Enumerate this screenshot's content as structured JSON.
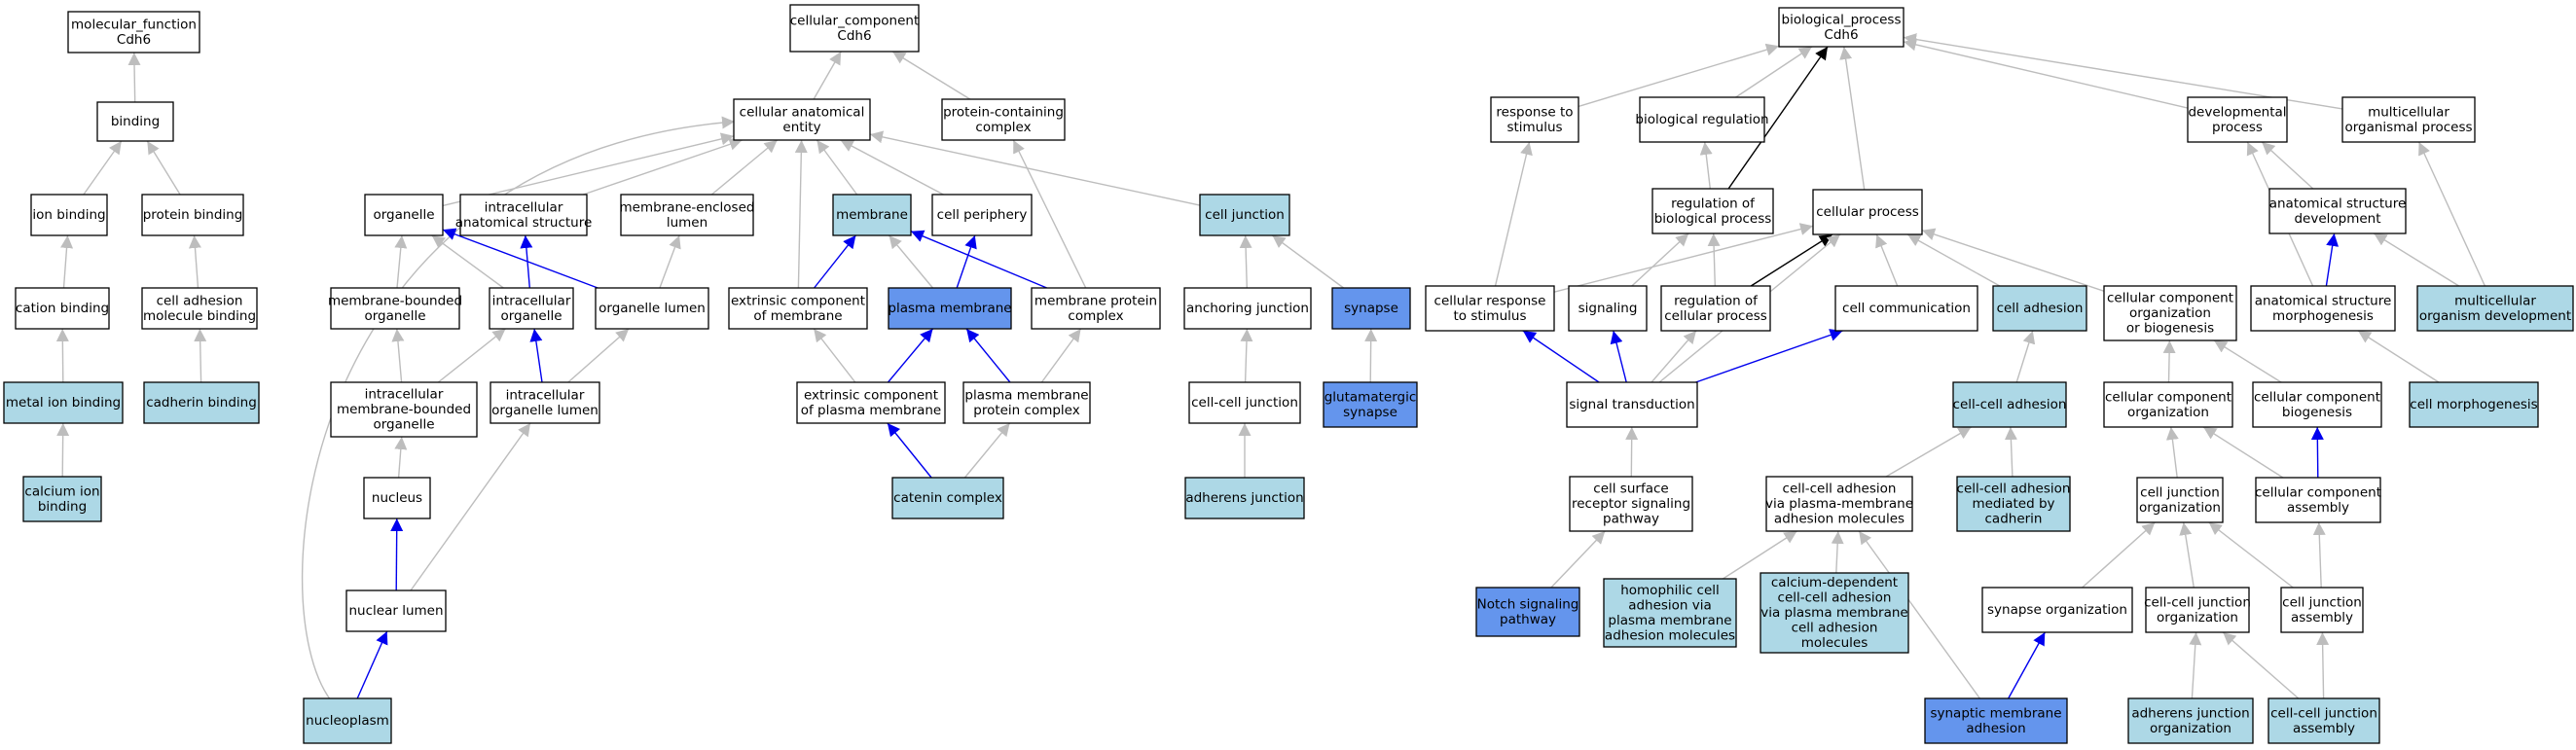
{
  "colors": {
    "fill_white": "#ffffff",
    "fill_light": "#add8e6",
    "fill_mid": "#6495ed",
    "edge_gray": "#bdbdbd",
    "edge_blue": "#0000ee",
    "edge_black": "#000000"
  },
  "nodes": [
    {
      "id": "mf",
      "lines": [
        "molecular_function",
        "Cdh6"
      ],
      "fill": "white"
    },
    {
      "id": "binding",
      "lines": [
        "binding"
      ],
      "fill": "white"
    },
    {
      "id": "ion_binding",
      "lines": [
        "ion binding"
      ],
      "fill": "white"
    },
    {
      "id": "protein_binding",
      "lines": [
        "protein binding"
      ],
      "fill": "white"
    },
    {
      "id": "cation_binding",
      "lines": [
        "cation binding"
      ],
      "fill": "white"
    },
    {
      "id": "cam_binding",
      "lines": [
        "cell adhesion",
        "molecule binding"
      ],
      "fill": "white"
    },
    {
      "id": "metal_ion_binding",
      "lines": [
        "metal ion binding"
      ],
      "fill": "light"
    },
    {
      "id": "cadherin_binding",
      "lines": [
        "cadherin binding"
      ],
      "fill": "light"
    },
    {
      "id": "calcium_ion_binding",
      "lines": [
        "calcium ion",
        "binding"
      ],
      "fill": "light"
    },
    {
      "id": "cc",
      "lines": [
        "cellular_component",
        "Cdh6"
      ],
      "fill": "white"
    },
    {
      "id": "cae",
      "lines": [
        "cellular anatomical",
        "entity"
      ],
      "fill": "white"
    },
    {
      "id": "pcc",
      "lines": [
        "protein-containing",
        "complex"
      ],
      "fill": "white"
    },
    {
      "id": "organelle",
      "lines": [
        "organelle"
      ],
      "fill": "white"
    },
    {
      "id": "ias",
      "lines": [
        "intracellular",
        "anatomical structure"
      ],
      "fill": "white"
    },
    {
      "id": "mel",
      "lines": [
        "membrane-enclosed",
        "lumen"
      ],
      "fill": "white"
    },
    {
      "id": "membrane",
      "lines": [
        "membrane"
      ],
      "fill": "light"
    },
    {
      "id": "cell_periphery",
      "lines": [
        "cell periphery"
      ],
      "fill": "white"
    },
    {
      "id": "cell_junction",
      "lines": [
        "cell junction"
      ],
      "fill": "light"
    },
    {
      "id": "mbo",
      "lines": [
        "membrane-bounded",
        "organelle"
      ],
      "fill": "white"
    },
    {
      "id": "io",
      "lines": [
        "intracellular",
        "organelle"
      ],
      "fill": "white"
    },
    {
      "id": "ol",
      "lines": [
        "organelle lumen"
      ],
      "fill": "white"
    },
    {
      "id": "ecm",
      "lines": [
        "extrinsic component",
        "of membrane"
      ],
      "fill": "white"
    },
    {
      "id": "pm",
      "lines": [
        "plasma membrane"
      ],
      "fill": "mid"
    },
    {
      "id": "mpc",
      "lines": [
        "membrane protein",
        "complex"
      ],
      "fill": "white"
    },
    {
      "id": "aj_anch",
      "lines": [
        "anchoring junction"
      ],
      "fill": "white"
    },
    {
      "id": "synapse",
      "lines": [
        "synapse"
      ],
      "fill": "mid"
    },
    {
      "id": "imbo",
      "lines": [
        "intracellular",
        "membrane-bounded",
        "organelle"
      ],
      "fill": "white"
    },
    {
      "id": "iol",
      "lines": [
        "intracellular",
        "organelle lumen"
      ],
      "fill": "white"
    },
    {
      "id": "ecpm",
      "lines": [
        "extrinsic component",
        "of plasma membrane"
      ],
      "fill": "white"
    },
    {
      "id": "pmpc",
      "lines": [
        "plasma membrane",
        "protein complex"
      ],
      "fill": "white"
    },
    {
      "id": "ccj",
      "lines": [
        "cell-cell junction"
      ],
      "fill": "white"
    },
    {
      "id": "glut_syn",
      "lines": [
        "glutamatergic",
        "synapse"
      ],
      "fill": "mid"
    },
    {
      "id": "nucleus",
      "lines": [
        "nucleus"
      ],
      "fill": "white"
    },
    {
      "id": "catenin",
      "lines": [
        "catenin complex"
      ],
      "fill": "light"
    },
    {
      "id": "adherens",
      "lines": [
        "adherens junction"
      ],
      "fill": "light"
    },
    {
      "id": "nuclear_lumen",
      "lines": [
        "nuclear lumen"
      ],
      "fill": "white"
    },
    {
      "id": "nucleoplasm",
      "lines": [
        "nucleoplasm"
      ],
      "fill": "light"
    },
    {
      "id": "bp",
      "lines": [
        "biological_process",
        "Cdh6"
      ],
      "fill": "white"
    },
    {
      "id": "rts",
      "lines": [
        "response to",
        "stimulus"
      ],
      "fill": "white"
    },
    {
      "id": "bioreg",
      "lines": [
        "biological regulation"
      ],
      "fill": "white"
    },
    {
      "id": "dev_proc",
      "lines": [
        "developmental",
        "process"
      ],
      "fill": "white"
    },
    {
      "id": "mop",
      "lines": [
        "multicellular",
        "organismal process"
      ],
      "fill": "white"
    },
    {
      "id": "rbp",
      "lines": [
        "regulation of",
        "biological process"
      ],
      "fill": "white"
    },
    {
      "id": "cell_proc",
      "lines": [
        "cellular process"
      ],
      "fill": "white"
    },
    {
      "id": "asd",
      "lines": [
        "anatomical structure",
        "development"
      ],
      "fill": "white"
    },
    {
      "id": "crts",
      "lines": [
        "cellular response",
        "to stimulus"
      ],
      "fill": "white"
    },
    {
      "id": "signaling",
      "lines": [
        "signaling"
      ],
      "fill": "white"
    },
    {
      "id": "rcp",
      "lines": [
        "regulation of",
        "cellular process"
      ],
      "fill": "white"
    },
    {
      "id": "cell_comm",
      "lines": [
        "cell communication"
      ],
      "fill": "white"
    },
    {
      "id": "cell_adh",
      "lines": [
        "cell adhesion"
      ],
      "fill": "light"
    },
    {
      "id": "ccob",
      "lines": [
        "cellular component",
        "organization",
        "or biogenesis"
      ],
      "fill": "white"
    },
    {
      "id": "asm",
      "lines": [
        "anatomical structure",
        "morphogenesis"
      ],
      "fill": "white"
    },
    {
      "id": "mod",
      "lines": [
        "multicellular",
        "organism development"
      ],
      "fill": "light"
    },
    {
      "id": "sig_trans",
      "lines": [
        "signal transduction"
      ],
      "fill": "white"
    },
    {
      "id": "cca",
      "lines": [
        "cell-cell adhesion"
      ],
      "fill": "light"
    },
    {
      "id": "cco",
      "lines": [
        "cellular component",
        "organization"
      ],
      "fill": "white"
    },
    {
      "id": "ccb",
      "lines": [
        "cellular component",
        "biogenesis"
      ],
      "fill": "white"
    },
    {
      "id": "cell_morph",
      "lines": [
        "cell morphogenesis"
      ],
      "fill": "light"
    },
    {
      "id": "csrsp",
      "lines": [
        "cell surface",
        "receptor signaling",
        "pathway"
      ],
      "fill": "white"
    },
    {
      "id": "cca_pmam",
      "lines": [
        "cell-cell adhesion",
        "via plasma-membrane",
        "adhesion molecules"
      ],
      "fill": "white"
    },
    {
      "id": "cca_cad",
      "lines": [
        "cell-cell adhesion",
        "mediated by",
        "cadherin"
      ],
      "fill": "light"
    },
    {
      "id": "cj_org",
      "lines": [
        "cell junction",
        "organization"
      ],
      "fill": "white"
    },
    {
      "id": "cca_assembly",
      "lines": [
        "cellular component",
        "assembly"
      ],
      "fill": "white"
    },
    {
      "id": "notch",
      "lines": [
        "Notch signaling",
        "pathway"
      ],
      "fill": "mid"
    },
    {
      "id": "homophilic",
      "lines": [
        "homophilic cell",
        "adhesion via",
        "plasma membrane",
        "adhesion molecules"
      ],
      "fill": "light"
    },
    {
      "id": "calcium_dep",
      "lines": [
        "calcium-dependent",
        "cell-cell adhesion",
        "via plasma membrane",
        "cell adhesion",
        "molecules"
      ],
      "fill": "light"
    },
    {
      "id": "syn_org",
      "lines": [
        "synapse organization"
      ],
      "fill": "white"
    },
    {
      "id": "ccj_org",
      "lines": [
        "cell-cell junction",
        "organization"
      ],
      "fill": "white"
    },
    {
      "id": "cj_assembly",
      "lines": [
        "cell junction",
        "assembly"
      ],
      "fill": "white"
    },
    {
      "id": "syn_mem_adh",
      "lines": [
        "synaptic membrane",
        "adhesion"
      ],
      "fill": "mid"
    },
    {
      "id": "aj_org",
      "lines": [
        "adherens junction",
        "organization"
      ],
      "fill": "light"
    },
    {
      "id": "ccj_assembly",
      "lines": [
        "cell-cell junction",
        "assembly"
      ],
      "fill": "light"
    }
  ],
  "edges": [
    {
      "from": "binding",
      "to": "mf",
      "color": "gray"
    },
    {
      "from": "ion_binding",
      "to": "binding",
      "color": "gray"
    },
    {
      "from": "protein_binding",
      "to": "binding",
      "color": "gray"
    },
    {
      "from": "cation_binding",
      "to": "ion_binding",
      "color": "gray"
    },
    {
      "from": "cam_binding",
      "to": "protein_binding",
      "color": "gray"
    },
    {
      "from": "metal_ion_binding",
      "to": "cation_binding",
      "color": "gray"
    },
    {
      "from": "cadherin_binding",
      "to": "cam_binding",
      "color": "gray"
    },
    {
      "from": "calcium_ion_binding",
      "to": "metal_ion_binding",
      "color": "gray"
    },
    {
      "from": "cae",
      "to": "cc",
      "color": "gray"
    },
    {
      "from": "pcc",
      "to": "cc",
      "color": "gray"
    },
    {
      "from": "organelle",
      "to": "cae",
      "color": "gray"
    },
    {
      "from": "ias",
      "to": "cae",
      "color": "gray"
    },
    {
      "from": "mel",
      "to": "cae",
      "color": "gray"
    },
    {
      "from": "membrane",
      "to": "cae",
      "color": "gray"
    },
    {
      "from": "cell_periphery",
      "to": "cae",
      "color": "gray"
    },
    {
      "from": "cell_junction",
      "to": "cae",
      "color": "gray"
    },
    {
      "from": "ecm",
      "to": "cae",
      "color": "gray"
    },
    {
      "from": "nucleoplasm",
      "to": "cae",
      "color": "gray"
    },
    {
      "from": "mbo",
      "to": "organelle",
      "color": "gray"
    },
    {
      "from": "io",
      "to": "organelle",
      "color": "gray"
    },
    {
      "from": "ol",
      "to": "organelle",
      "color": "blue"
    },
    {
      "from": "io",
      "to": "ias",
      "color": "blue"
    },
    {
      "from": "ol",
      "to": "mel",
      "color": "gray"
    },
    {
      "from": "ecm",
      "to": "membrane",
      "color": "blue"
    },
    {
      "from": "pm",
      "to": "membrane",
      "color": "gray"
    },
    {
      "from": "pm",
      "to": "cell_periphery",
      "color": "blue"
    },
    {
      "from": "mpc",
      "to": "membrane",
      "color": "blue"
    },
    {
      "from": "mpc",
      "to": "pcc",
      "color": "gray"
    },
    {
      "from": "aj_anch",
      "to": "cell_junction",
      "color": "gray"
    },
    {
      "from": "synapse",
      "to": "cell_junction",
      "color": "gray"
    },
    {
      "from": "imbo",
      "to": "mbo",
      "color": "gray"
    },
    {
      "from": "imbo",
      "to": "io",
      "color": "gray"
    },
    {
      "from": "iol",
      "to": "io",
      "color": "blue"
    },
    {
      "from": "iol",
      "to": "ol",
      "color": "gray"
    },
    {
      "from": "ecpm",
      "to": "ecm",
      "color": "gray"
    },
    {
      "from": "ecpm",
      "to": "pm",
      "color": "blue"
    },
    {
      "from": "pmpc",
      "to": "pm",
      "color": "blue"
    },
    {
      "from": "pmpc",
      "to": "mpc",
      "color": "gray"
    },
    {
      "from": "ccj",
      "to": "aj_anch",
      "color": "gray"
    },
    {
      "from": "glut_syn",
      "to": "synapse",
      "color": "gray"
    },
    {
      "from": "nucleus",
      "to": "imbo",
      "color": "gray"
    },
    {
      "from": "catenin",
      "to": "ecpm",
      "color": "blue"
    },
    {
      "from": "catenin",
      "to": "pmpc",
      "color": "gray"
    },
    {
      "from": "adherens",
      "to": "ccj",
      "color": "gray"
    },
    {
      "from": "nuclear_lumen",
      "to": "nucleus",
      "color": "blue"
    },
    {
      "from": "nuclear_lumen",
      "to": "iol",
      "color": "gray"
    },
    {
      "from": "nucleoplasm",
      "to": "nuclear_lumen",
      "color": "blue"
    },
    {
      "from": "rts",
      "to": "bp",
      "color": "gray"
    },
    {
      "from": "bioreg",
      "to": "bp",
      "color": "gray"
    },
    {
      "from": "rbp",
      "to": "bp",
      "color": "black"
    },
    {
      "from": "cell_proc",
      "to": "bp",
      "color": "gray"
    },
    {
      "from": "dev_proc",
      "to": "bp",
      "color": "gray"
    },
    {
      "from": "mop",
      "to": "bp",
      "color": "gray"
    },
    {
      "from": "rbp",
      "to": "bioreg",
      "color": "gray"
    },
    {
      "from": "asd",
      "to": "dev_proc",
      "color": "gray"
    },
    {
      "from": "asm",
      "to": "dev_proc",
      "color": "gray"
    },
    {
      "from": "mod",
      "to": "mop",
      "color": "gray"
    },
    {
      "from": "mod",
      "to": "asd",
      "color": "gray"
    },
    {
      "from": "asm",
      "to": "asd",
      "color": "blue"
    },
    {
      "from": "crts",
      "to": "rts",
      "color": "gray"
    },
    {
      "from": "crts",
      "to": "cell_proc",
      "color": "gray"
    },
    {
      "from": "signaling",
      "to": "rbp",
      "color": "gray"
    },
    {
      "from": "rcp",
      "to": "rbp",
      "color": "gray"
    },
    {
      "from": "rcp",
      "to": "cell_proc",
      "color": "black"
    },
    {
      "from": "cell_comm",
      "to": "cell_proc",
      "color": "gray"
    },
    {
      "from": "cell_adh",
      "to": "cell_proc",
      "color": "gray"
    },
    {
      "from": "ccob",
      "to": "cell_proc",
      "color": "gray"
    },
    {
      "from": "sig_trans",
      "to": "crts",
      "color": "blue"
    },
    {
      "from": "sig_trans",
      "to": "signaling",
      "color": "blue"
    },
    {
      "from": "sig_trans",
      "to": "rcp",
      "color": "gray"
    },
    {
      "from": "sig_trans",
      "to": "cell_comm",
      "color": "blue"
    },
    {
      "from": "sig_trans",
      "to": "cell_proc",
      "color": "gray"
    },
    {
      "from": "cca",
      "to": "cell_adh",
      "color": "gray"
    },
    {
      "from": "cco",
      "to": "ccob",
      "color": "gray"
    },
    {
      "from": "ccb",
      "to": "ccob",
      "color": "gray"
    },
    {
      "from": "cell_morph",
      "to": "asm",
      "color": "gray"
    },
    {
      "from": "csrsp",
      "to": "sig_trans",
      "color": "gray"
    },
    {
      "from": "cca_pmam",
      "to": "cca",
      "color": "gray"
    },
    {
      "from": "cca_cad",
      "to": "cca",
      "color": "gray"
    },
    {
      "from": "cj_org",
      "to": "cco",
      "color": "gray"
    },
    {
      "from": "cca_assembly",
      "to": "cco",
      "color": "gray"
    },
    {
      "from": "cca_assembly",
      "to": "ccb",
      "color": "blue"
    },
    {
      "from": "notch",
      "to": "csrsp",
      "color": "gray"
    },
    {
      "from": "homophilic",
      "to": "cca_pmam",
      "color": "gray"
    },
    {
      "from": "calcium_dep",
      "to": "cca_pmam",
      "color": "gray"
    },
    {
      "from": "syn_mem_adh",
      "to": "cca_pmam",
      "color": "gray"
    },
    {
      "from": "syn_org",
      "to": "cj_org",
      "color": "gray"
    },
    {
      "from": "ccj_org",
      "to": "cj_org",
      "color": "gray"
    },
    {
      "from": "cj_assembly",
      "to": "cj_org",
      "color": "gray"
    },
    {
      "from": "cj_assembly",
      "to": "cca_assembly",
      "color": "gray"
    },
    {
      "from": "syn_mem_adh",
      "to": "syn_org",
      "color": "blue"
    },
    {
      "from": "aj_org",
      "to": "ccj_org",
      "color": "gray"
    },
    {
      "from": "ccj_assembly",
      "to": "ccj_org",
      "color": "gray"
    },
    {
      "from": "ccj_assembly",
      "to": "cj_assembly",
      "color": "gray"
    }
  ]
}
